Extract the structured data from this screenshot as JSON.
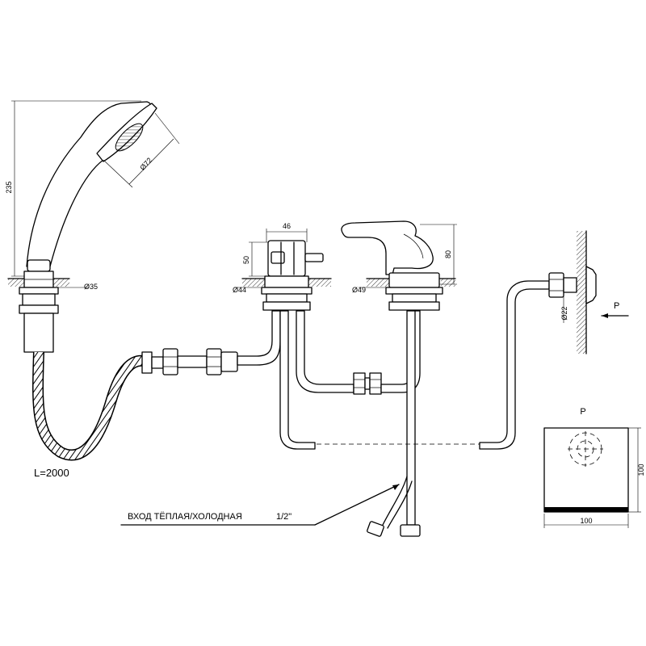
{
  "dimensions": {
    "shower_height": "235",
    "shower_head_diameter": "Ø72",
    "shower_base_diameter": "Ø35",
    "hose_length": "L=2000",
    "valve_width": "46",
    "valve_height": "50",
    "valve_base_diameter": "Ø44",
    "spout_height": "80",
    "spout_base_diameter": "Ø49",
    "wall_outlet_diameter": "Ø22",
    "plate_width": "100",
    "plate_height": "100"
  },
  "labels": {
    "inlet": "ВХОД  ТЁПЛАЯ/ХОЛОДНАЯ",
    "inlet_size": "1/2\"",
    "view_p_arrow": "P",
    "view_p_title": "P"
  }
}
